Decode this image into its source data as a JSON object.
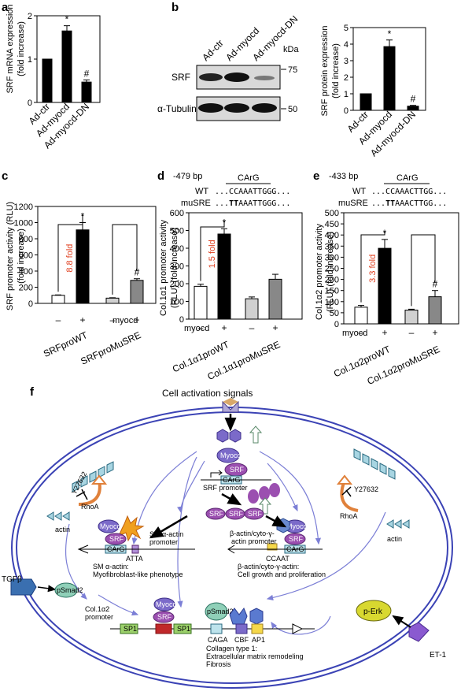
{
  "panels": {
    "a": {
      "label": "a",
      "ylabel": "SRF mRNA expression (fold increase)",
      "ylabel_line1": "SRF mRNA expression",
      "ylabel_line2": "(fold increase)",
      "yticks": [
        "0",
        "1",
        "2"
      ],
      "categories": [
        "Ad-ctr",
        "Ad-myocd",
        "Ad-myocd-DN"
      ],
      "annotations": [
        "*",
        "#"
      ]
    },
    "b": {
      "label": "b",
      "blot_lanes": [
        "Ad-ctr",
        "Ad-myocd",
        "Ad-myocd-DN"
      ],
      "kda": "kDa",
      "markers": [
        "75",
        "50"
      ],
      "rows": [
        "SRF",
        "α-Tubulin"
      ],
      "ylabel_line1": "SRF protein expression",
      "ylabel_line2": "(fold increase)",
      "yticks": [
        "0",
        "1",
        "2",
        "3",
        "4",
        "5"
      ],
      "categories": [
        "Ad-ctr",
        "Ad-myocd",
        "Ad-myocd-DN"
      ],
      "annotations": [
        "*",
        "#"
      ]
    },
    "c": {
      "label": "c",
      "ylabel_line1": "SRF promoter activity (RLU)",
      "ylabel_line2": "(fold increase)",
      "yticks": [
        "0",
        "200",
        "400",
        "600",
        "800",
        "1000",
        "1200"
      ],
      "fold": "8.8 fold",
      "myocd": "myocd",
      "signs": [
        "–",
        "+",
        "–",
        "+"
      ],
      "groups": [
        "SRFproWT",
        "SRFproMuSRE"
      ],
      "annotations": [
        "*",
        "#"
      ]
    },
    "d": {
      "label": "d",
      "bp": "-479 bp",
      "carg": "CArG",
      "wt_label": "WT",
      "wt_seq": "...CCAAATTGGG...",
      "mu_label": "muSRE",
      "mu_seq_bold": "TT",
      "mu_seq_rest": "AAATTGGG...",
      "mu_seq_pre": "...",
      "ylabel_line1": "Col.1α1 promoter activity",
      "ylabel_line2": "(RLU) (fold increase)",
      "yticks": [
        "0",
        "100",
        "200",
        "300",
        "400",
        "500",
        "600"
      ],
      "fold": "1.5 fold",
      "myocd": "myocd",
      "signs": [
        "–",
        "+",
        "–",
        "+"
      ],
      "groups": [
        "Col.1α1proWT",
        "Col.1α1proMuSRE"
      ],
      "annotations": [
        "*"
      ]
    },
    "e": {
      "label": "e",
      "bp": "-433 bp",
      "carg": "CArG",
      "wt_label": "WT",
      "wt_seq": "...CCAAACTTGG...",
      "mu_label": "muSRE",
      "mu_seq_bold": "TT",
      "mu_seq_rest": "AAACTTGG...",
      "mu_seq_pre": "...",
      "ylabel_line1": "Col.1α2 promoter activity",
      "ylabel_line2": "(RLU) (fold increase)",
      "yticks": [
        "0",
        "50",
        "100",
        "150",
        "200",
        "250",
        "300",
        "350",
        "400",
        "450",
        "500"
      ],
      "fold": "3.3 fold",
      "myocd": "myocd",
      "signs": [
        "–",
        "+",
        "–",
        "+"
      ],
      "groups": [
        "Col.1α2proWT",
        "Col.1α2proMuSRE"
      ],
      "annotations": [
        "*",
        "#"
      ]
    },
    "f": {
      "label": "f",
      "title": "Cell activation signals",
      "myocd": "Myocd",
      "srf": "SRF",
      "carg": "CArG",
      "srf_promoter": "SRF promoter",
      "y27632": "Y27632",
      "rhoa": "RhoA",
      "actin": "actin",
      "sma_promoter": "SM α-actin\npromoter",
      "sma_promoter_l1": "SM α-actin",
      "sma_promoter_l2": "promoter",
      "atta": "ATTA",
      "sma_text_l1": "SM α-actin:",
      "sma_text_l2": "Myofibroblast-like phenotype",
      "beta_promoter_l1": "β-actin/cyto-γ-",
      "beta_promoter_l2": "actin promoter",
      "ccaat": "CCAAT",
      "beta_text_l1": "β-actin/cyto-γ-actin:",
      "beta_text_l2": "Cell growth and proliferation",
      "tgfb": "TGFβ",
      "psmad2": "pSmad2",
      "col_promoter_l1": "Col.1α2",
      "col_promoter_l2": "promoter",
      "sp1": "SP1",
      "caga": "CAGA",
      "cbf": "CBF",
      "ap1": "AP1",
      "col_text_l1": "Collagen type 1:",
      "col_text_l2": "Extracellular matrix remodeling",
      "col_text_l3": "Fibrosis",
      "perk": "p-Erk",
      "et1": "ET-1"
    }
  },
  "chart_data": [
    {
      "panel": "a",
      "type": "bar",
      "categories": [
        "Ad-ctr",
        "Ad-myocd",
        "Ad-myocd-DN"
      ],
      "values": [
        1.0,
        1.65,
        0.47
      ],
      "errors": [
        0,
        0.12,
        0.05
      ],
      "ylim": [
        0,
        2
      ],
      "ylabel": "SRF mRNA expression (fold increase)"
    },
    {
      "panel": "b",
      "type": "bar",
      "categories": [
        "Ad-ctr",
        "Ad-myocd",
        "Ad-myocd-DN"
      ],
      "values": [
        1.0,
        3.85,
        0.25
      ],
      "errors": [
        0,
        0.4,
        0.05
      ],
      "ylim": [
        0,
        5
      ],
      "ylabel": "SRF protein expression (fold increase)"
    },
    {
      "panel": "c",
      "type": "bar",
      "categories": [
        "SRFproWT –",
        "SRFproWT +",
        "SRFproMuSRE –",
        "SRFproMuSRE +"
      ],
      "values": [
        100,
        910,
        65,
        285
      ],
      "errors": [
        5,
        90,
        5,
        20
      ],
      "ylim": [
        0,
        1200
      ],
      "ylabel": "SRF promoter activity (RLU) (fold increase)"
    },
    {
      "panel": "d",
      "type": "bar",
      "categories": [
        "Col.1α1proWT –",
        "Col.1α1proWT +",
        "Col.1α1proMuSRE –",
        "Col.1α1proMuSRE +"
      ],
      "values": [
        185,
        480,
        115,
        225
      ],
      "errors": [
        12,
        30,
        10,
        28
      ],
      "ylim": [
        0,
        600
      ],
      "ylabel": "Col.1α1 promoter activity (RLU) (fold increase)"
    },
    {
      "panel": "e",
      "type": "bar",
      "categories": [
        "Col.1α2proWT –",
        "Col.1α2proWT +",
        "Col.1α2proMuSRE –",
        "Col.1α2proMuSRE +"
      ],
      "values": [
        75,
        340,
        62,
        122
      ],
      "errors": [
        8,
        40,
        4,
        28
      ],
      "ylim": [
        0,
        500
      ],
      "ylabel": "Col.1α2 promoter activity (RLU) (fold increase)"
    }
  ]
}
